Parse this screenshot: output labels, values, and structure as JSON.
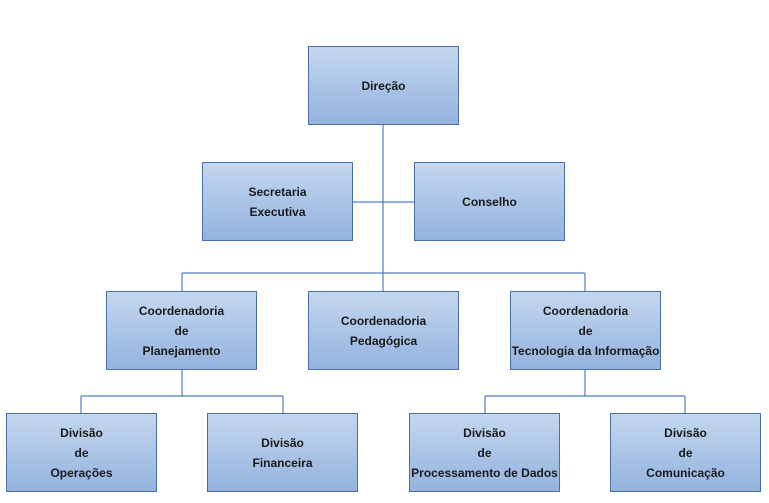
{
  "org_chart": {
    "direcao": {
      "lines": [
        "Direção"
      ]
    },
    "secretaria": {
      "lines": [
        "Secretaria",
        "Executiva"
      ]
    },
    "conselho": {
      "lines": [
        "Conselho"
      ]
    },
    "coord_planejamento": {
      "lines": [
        "Coordenadoria",
        "de",
        "Planejamento"
      ]
    },
    "coord_pedagogica": {
      "lines": [
        "Coordenadoria",
        "Pedagógica"
      ]
    },
    "coord_ti": {
      "lines": [
        "Coordenadoria",
        "de",
        "Tecnologia da Informação"
      ]
    },
    "div_operacoes": {
      "lines": [
        "Divisão",
        "de",
        "Operações"
      ]
    },
    "div_financeira": {
      "lines": [
        "Divisão",
        "Financeira"
      ]
    },
    "div_processamento": {
      "lines": [
        "Divisão",
        "de",
        "Processamento de Dados"
      ]
    },
    "div_comunicacao": {
      "lines": [
        "Divisão",
        "de",
        "Comunicação"
      ]
    }
  },
  "colors": {
    "box_border": "#4a6fa5",
    "connector": "#4f7fc0",
    "box_fill_top": "#c5d7ef",
    "box_fill_bottom": "#95b3df"
  }
}
